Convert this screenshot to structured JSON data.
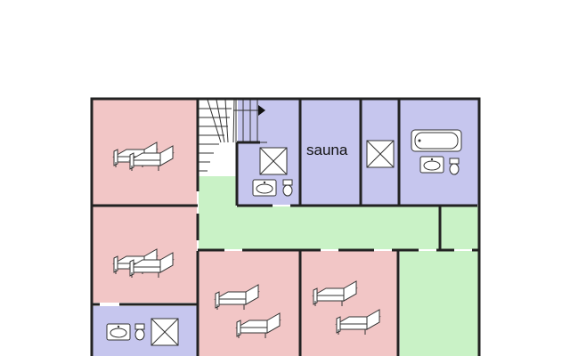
{
  "floorplan": {
    "room_labels": {
      "sauna": "sauna"
    },
    "colors": {
      "bedroom": "#f2c6c6",
      "bathroom": "#c6c6ee",
      "corridor": "#c9f2c6",
      "wall": "#222222",
      "background": "#ffffff"
    },
    "rooms": [
      {
        "id": "bedroom-1",
        "type": "bedroom"
      },
      {
        "id": "bedroom-2",
        "type": "bedroom"
      },
      {
        "id": "bedroom-3",
        "type": "bedroom"
      },
      {
        "id": "bedroom-4",
        "type": "bedroom"
      },
      {
        "id": "bathroom-1",
        "type": "bathroom"
      },
      {
        "id": "bathroom-2",
        "type": "bathroom"
      },
      {
        "id": "bathroom-3",
        "type": "bathroom"
      },
      {
        "id": "sauna",
        "type": "bathroom"
      },
      {
        "id": "shower-room",
        "type": "bathroom"
      },
      {
        "id": "corridor",
        "type": "corridor"
      },
      {
        "id": "stair-hall",
        "type": "corridor"
      },
      {
        "id": "storage-room",
        "type": "corridor"
      },
      {
        "id": "side-room",
        "type": "corridor"
      }
    ],
    "icons": [
      "bed-icon",
      "bathtub-icon",
      "shower-icon",
      "sink-icon",
      "toilet-icon",
      "staircase-icon"
    ]
  }
}
